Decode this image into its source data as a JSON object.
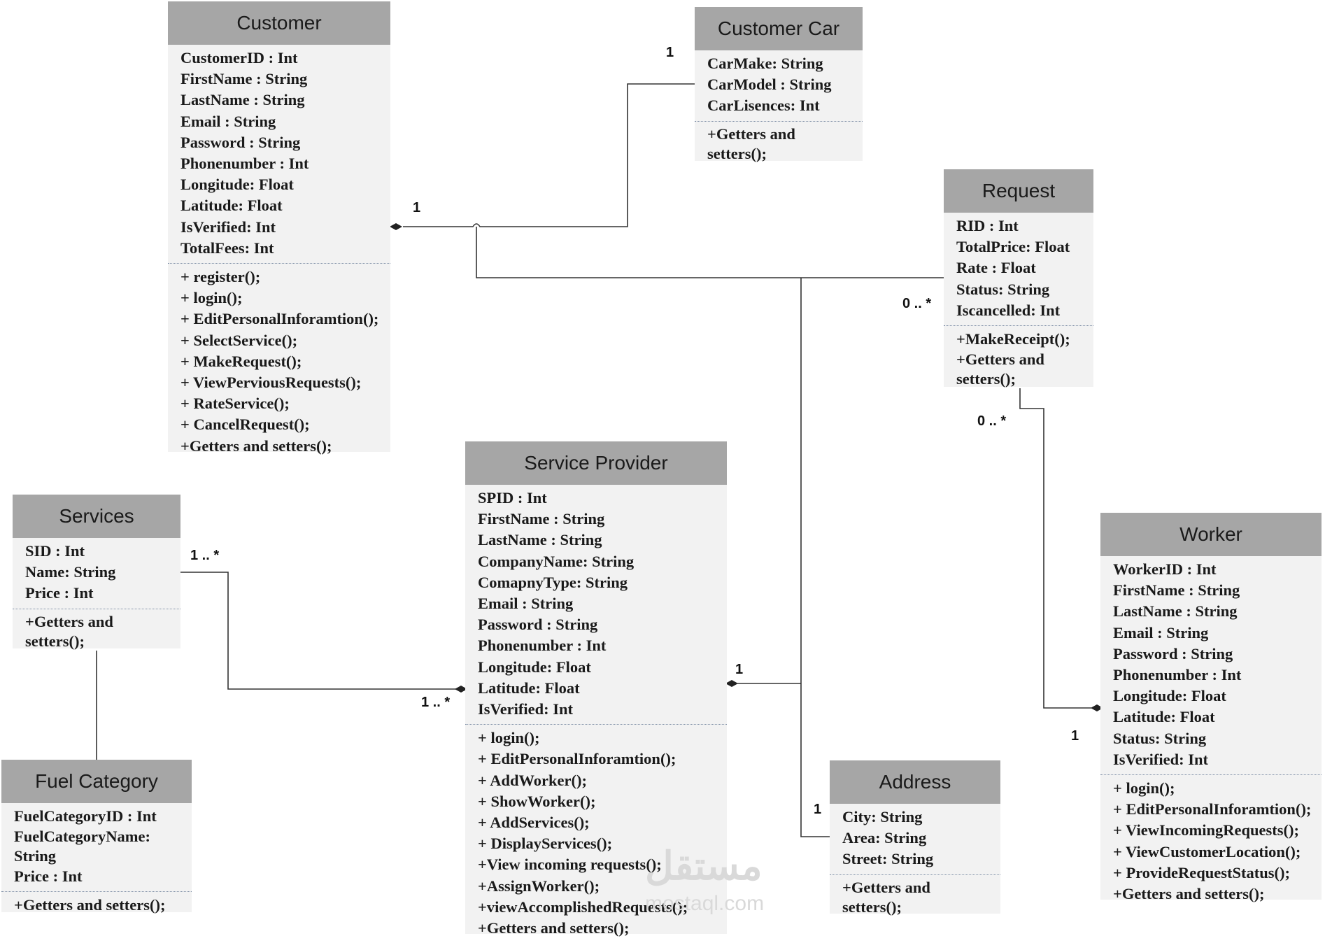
{
  "classes": {
    "customer": {
      "name": "Customer",
      "attributes": [
        "CustomerID : Int",
        "FirstName : String",
        "LastName : String",
        "Email : String",
        "Password : String",
        "Phonenumber : Int",
        "Longitude: Float",
        "Latitude: Float",
        "IsVerified: Int",
        "TotalFees: Int"
      ],
      "methods": [
        "+ register();",
        "+ login();",
        "+ EditPersonalInforamtion();",
        "+ SelectService();",
        "+ MakeRequest();",
        "+ ViewPerviousRequests();",
        "+ RateService();",
        "+ CancelRequest();",
        "+Getters and setters();"
      ]
    },
    "customer_car": {
      "name": "Customer Car",
      "attributes": [
        "CarMake: String",
        "CarModel : String",
        "CarLisences: Int"
      ],
      "methods": [
        "+Getters and setters();"
      ]
    },
    "request": {
      "name": "Request",
      "attributes": [
        "RID : Int",
        "TotalPrice: Float",
        "Rate : Float",
        "Status: String",
        "Iscancelled: Int"
      ],
      "methods": [
        "+MakeReceipt();",
        "+Getters and setters();"
      ]
    },
    "services": {
      "name": "Services",
      "attributes": [
        "SID : Int",
        "Name: String",
        "Price : Int"
      ],
      "methods": [
        "+Getters and setters();"
      ]
    },
    "fuel_category": {
      "name": "Fuel Category",
      "attributes": [
        "FuelCategoryID : Int",
        "FuelCategoryName: String",
        "Price : Int"
      ],
      "methods": [
        "+Getters and setters();"
      ]
    },
    "service_provider": {
      "name": "Service Provider",
      "attributes": [
        "SPID : Int",
        "FirstName : String",
        "LastName : String",
        "CompanyName: String",
        "ComapnyType: String",
        "Email : String",
        "Password : String",
        "Phonenumber : Int",
        "Longitude: Float",
        "Latitude: Float",
        "IsVerified: Int"
      ],
      "methods": [
        "+ login();",
        "+ EditPersonalInforamtion();",
        "+ AddWorker();",
        "+ ShowWorker();",
        "+ AddServices();",
        "+ DisplayServices();",
        "+View incoming requests();",
        "+AssignWorker();",
        "+viewAccomplishedRequests();",
        "+Getters and setters();"
      ]
    },
    "address": {
      "name": "Address",
      "attributes": [
        "City: String",
        "Area: String",
        "Street: String"
      ],
      "methods": [
        "+Getters and setters();"
      ]
    },
    "worker": {
      "name": "Worker",
      "attributes": [
        "WorkerID : Int",
        "FirstName : String",
        "LastName : String",
        "Email : String",
        "Password : String",
        "Phonenumber : Int",
        "Longitude: Float",
        "Latitude: Float",
        "Status: String",
        "IsVerified: Int"
      ],
      "methods": [
        "+ login();",
        "+ EditPersonalInforamtion();",
        "+ ViewIncomingRequests();",
        "+ ViewCustomerLocation();",
        "+ ProvideRequestStatus();",
        "+Getters and setters();"
      ]
    }
  },
  "multiplicities": {
    "customer_car_end": "1",
    "customer_end": "1",
    "request_end_customer": "0 .. *",
    "request_end_worker": "0 .. *",
    "services_end": "1 .. *",
    "provider_end_services": "1 .. *",
    "provider_end_right": "1",
    "address_end": "1",
    "worker_end": "1"
  },
  "watermark": {
    "arabic": "مستقل",
    "latin": "mostaql.com"
  },
  "colors": {
    "header": "#a6a6a6",
    "body": "#f2f2f2",
    "line": "#333333",
    "divider": "#7f8fa6"
  }
}
